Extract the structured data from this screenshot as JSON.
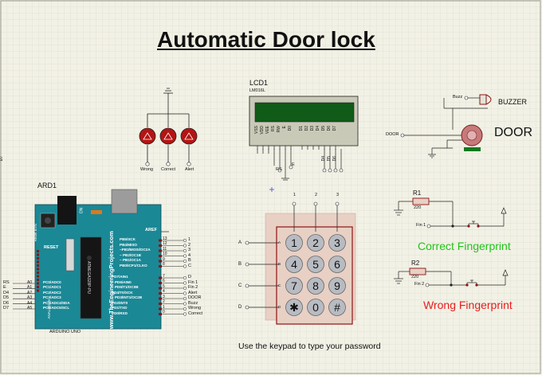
{
  "title": "Automatic Door lock",
  "lcd": {
    "ref": "LCD1",
    "part": "LM016L",
    "pins": [
      "VSS",
      "VDD",
      "VEE",
      "RS",
      "RW",
      "E",
      "D0",
      "D1",
      "D2",
      "D3",
      "D4",
      "D5",
      "D6",
      "D7"
    ],
    "net_rs": "RS",
    "net_e": "E",
    "net_d": [
      "D4",
      "D5",
      "D6",
      "D7"
    ]
  },
  "leds": {
    "labels": [
      "Wrong",
      "Correct",
      "Alert"
    ]
  },
  "arduino": {
    "ref": "ARD1",
    "part": "ARDUINO UNO",
    "brand": "www.TheEngineeringProjects.com",
    "chip": "ATMEGA328P-PU",
    "reset": "RESET",
    "reset_btn": "Reset BTN",
    "on": "ON",
    "aref": "AREF",
    "analog_in": "ANALOG IN",
    "left_nets": [
      "RS",
      "E",
      "D4",
      "D5",
      "D6",
      "D7"
    ],
    "analog_pins": [
      "A0",
      "A1",
      "A2",
      "A3",
      "A4",
      "A5"
    ],
    "analog_labels": [
      "PC0/ADC0",
      "PC1/ADC1",
      "PC2/ADC2",
      "PC3/ADC3",
      "PC4/ADC4/SDA",
      "PC5/ADC5/SCL"
    ],
    "digital_labels": [
      "PB5/SCK",
      "PB4/MISO",
      "~PB3/MOSI/OC2A",
      "~ PB2/OC1B",
      "~ PB1/OC1A",
      "PB0/ICP1/CLKO",
      "PD7/AIN1",
      "~ PD6/AIN0",
      "~ PD5/T1/OC0B",
      "PD4/T0/XCK",
      "~ PD3/INT1/OC2B",
      "PD2/INT0",
      "PD1/TXD",
      "PD0/RXD"
    ],
    "digital_pins": [
      "13",
      "12",
      "11",
      "10",
      "9",
      "8",
      "7",
      "6",
      "5",
      "4",
      "3",
      "2",
      "1",
      "0"
    ],
    "right_nets": [
      "1",
      "2",
      "3",
      "4",
      "B",
      "C",
      "D",
      "Fin 1",
      "Fin 2",
      "Alert",
      "DOOR",
      "Buzz",
      "Wrong",
      "Correct"
    ]
  },
  "keypad": {
    "cols": [
      "1",
      "2",
      "3"
    ],
    "rows": [
      "A",
      "B",
      "C",
      "D"
    ],
    "keys": [
      [
        "1",
        "2",
        "3"
      ],
      [
        "4",
        "5",
        "6"
      ],
      [
        "7",
        "8",
        "9"
      ],
      [
        "✱",
        "0",
        "#"
      ]
    ]
  },
  "buzzer": {
    "net": "Buzz",
    "label": "BUZZER"
  },
  "door": {
    "net": "DOOR",
    "label": "DOOR"
  },
  "r1": {
    "ref": "R1",
    "value": "220",
    "net": "Fin 1"
  },
  "r2": {
    "ref": "R2",
    "value": "220",
    "net": "Fin 2"
  },
  "correct_label": "Correct Fingerprint",
  "wrong_label": "Wrong Fingerprint",
  "instruction": "Use the keypad to type your password"
}
